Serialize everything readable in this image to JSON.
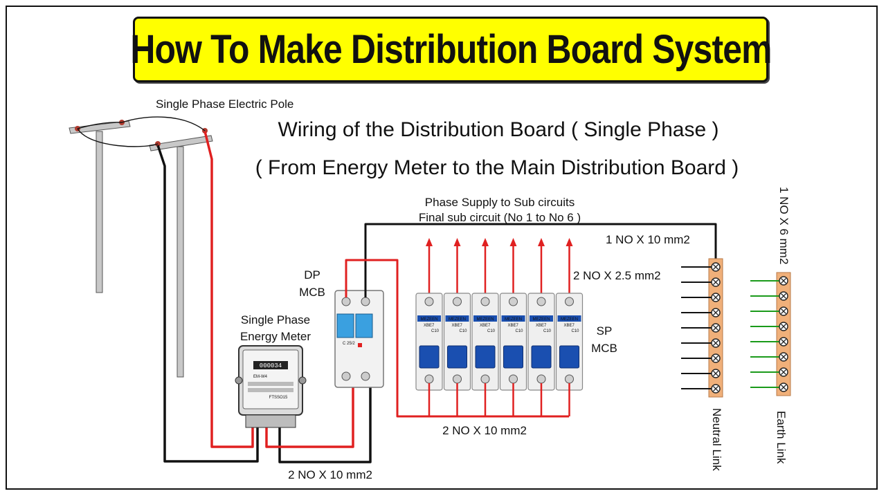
{
  "banner": {
    "title": "How To Make Distribution Board System"
  },
  "headings": {
    "line1": "Wiring of the Distribution Board ( Single Phase )",
    "line2": "( From Energy Meter to the Main Distribution Board )"
  },
  "labels": {
    "pole": "Single Phase Electric Pole",
    "phase_supply_1": "Phase Supply to Sub circuits",
    "phase_supply_2": "Final sub circuit (No 1 to No 6 )",
    "neutral_cable": "1 NO X 10 mm2",
    "sub_circuit_cable": "2 NO X 2.5 mm2",
    "earth_cable": "1 NO X 6 mm2",
    "dp_mcb_1": "DP",
    "dp_mcb_2": "MCB",
    "meter_1": "Single Phase",
    "meter_2": "Energy Meter",
    "sp_mcb_1": "SP",
    "sp_mcb_2": "MCB",
    "busbar_cable": "2 NO X 10 mm2",
    "meter_cable": "2 NO X 10 mm2",
    "neutral_link": "Neutral Link",
    "earth_link": "Earth Link"
  },
  "devices": {
    "meter_display": "000034",
    "meter_brand": "EM-W4",
    "meter_serial": "FTSSO15",
    "dp_mcb_rating": "C 25/2",
    "sp_mcb_brand": "MEZEEN",
    "sp_mcb_model": "XBE7",
    "sp_mcb_rating": "C10"
  },
  "colors": {
    "banner_bg": "#ffff00",
    "phase_wire": "#e02020",
    "neutral_wire": "#111111",
    "earth_wire": "#1a9a1a",
    "terminal_bar": "#f0b07a",
    "mcb_handle": "#1a4fb0"
  },
  "counts": {
    "sp_mcbs": 6,
    "neutral_terminals": 9,
    "earth_terminals": 8
  }
}
